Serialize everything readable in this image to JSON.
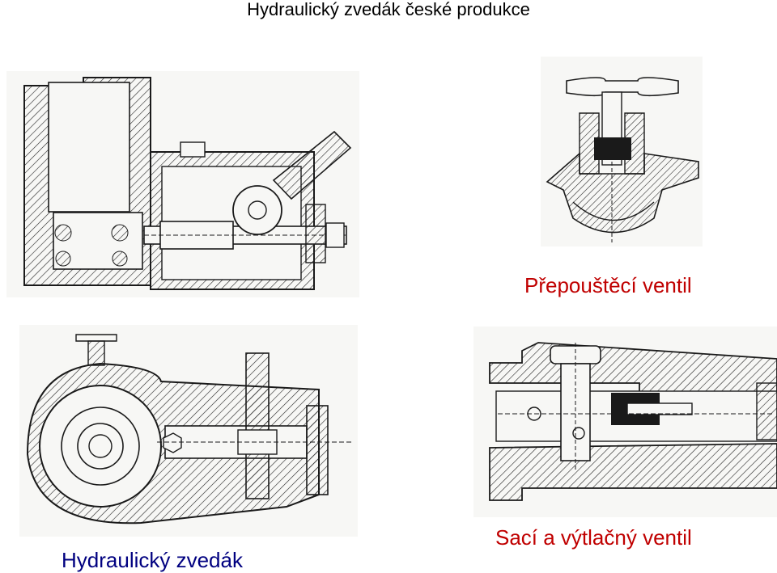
{
  "page": {
    "title": "Hydraulický zvedák české produkce"
  },
  "captions": {
    "relief_valve": "Přepouštěcí ventil",
    "hydraulic_lifter": "Hydraulický zvedák",
    "suction_discharge_valve": "Sací a výtlačný ventil"
  },
  "colors": {
    "caption_red": "#c00000",
    "caption_navy": "#000080",
    "drawing_ink": "#1a1a1a",
    "paper": "#f7f7f5"
  }
}
